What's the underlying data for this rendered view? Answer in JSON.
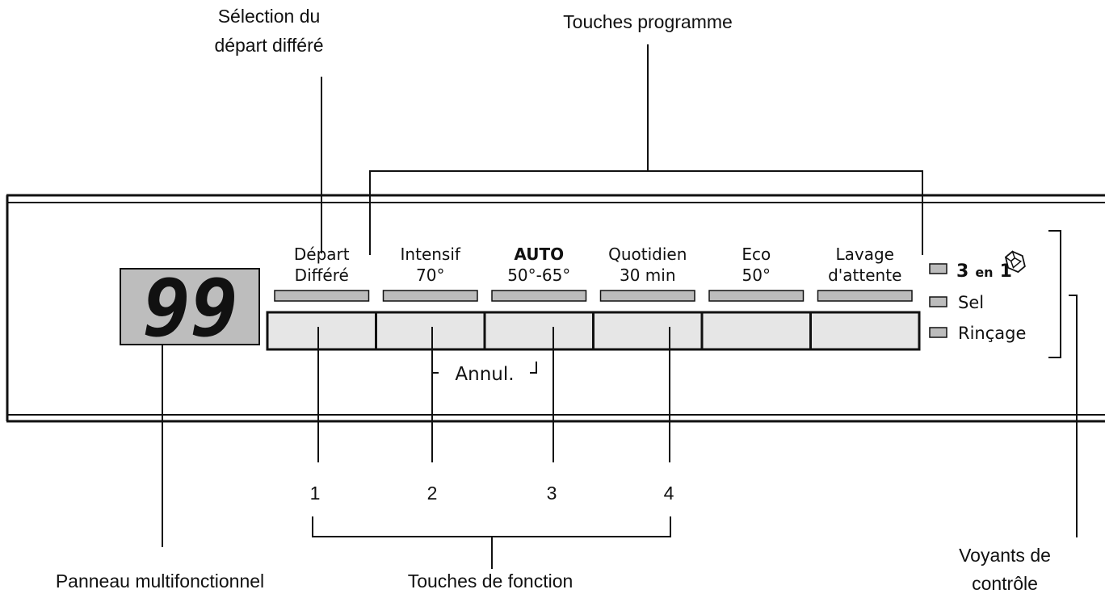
{
  "callouts": {
    "delay_selection": [
      "Sélection du",
      "départ différé"
    ],
    "program_keys": "Touches programme",
    "multifunction_panel": "Panneau multifonctionnel",
    "function_keys": "Touches de fonction",
    "indicators": [
      "Voyants de",
      "contrôle"
    ]
  },
  "display": {
    "value": "99"
  },
  "programs": [
    {
      "line1": "Départ",
      "line2": "Différé",
      "bold": false
    },
    {
      "line1": "Intensif",
      "line2": "70°",
      "bold": false
    },
    {
      "line1": "AUTO",
      "line2": "50°-65°",
      "bold": true
    },
    {
      "line1": "Quotidien",
      "line2": "30 min",
      "bold": false
    },
    {
      "line1": "Eco",
      "line2": "50°",
      "bold": false
    },
    {
      "line1": "Lavage",
      "line2": "d'attente",
      "bold": false
    }
  ],
  "cancel_label": "Annul.",
  "indicators": {
    "three_in_one": {
      "number1": "3",
      "word": "en",
      "number2": "1"
    },
    "salt": "Sel",
    "rinse": "Rinçage"
  },
  "function_numbers": [
    "1",
    "2",
    "3",
    "4"
  ],
  "colors": {
    "display_bg": "#bdbdbd",
    "indicator_bar": "#bcbcbc",
    "key_fill": "#e6e6e6"
  }
}
